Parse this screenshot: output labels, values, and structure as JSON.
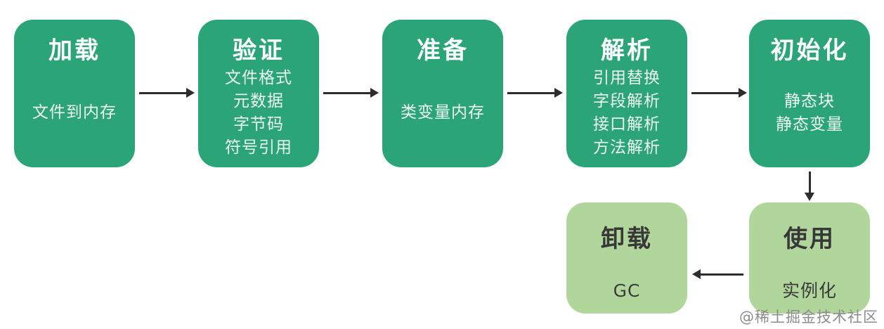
{
  "diagram": {
    "stages": [
      {
        "id": "load",
        "title": "加载",
        "lines": [
          "文件到内存"
        ]
      },
      {
        "id": "verify",
        "title": "验证",
        "lines": [
          "文件格式",
          "元数据",
          "字节码",
          "符号引用"
        ]
      },
      {
        "id": "prepare",
        "title": "准备",
        "lines": [
          "类变量内存"
        ]
      },
      {
        "id": "resolve",
        "title": "解析",
        "lines": [
          "引用替换",
          "字段解析",
          "接口解析",
          "方法解析"
        ]
      },
      {
        "id": "initialize",
        "title": "初始化",
        "lines": [
          "静态块",
          "静态变量"
        ]
      },
      {
        "id": "unload",
        "title": "卸载",
        "lines": [
          "GC"
        ]
      },
      {
        "id": "use",
        "title": "使用",
        "lines": [
          "实例化"
        ]
      }
    ],
    "colors": {
      "stage_teal": "#2BA478",
      "stage_light_green": "#B1D69B",
      "stage_text_light": "#FFFFFF",
      "stage_text_dark": "#3B3B3B",
      "arrow": "#2D2D2D"
    },
    "watermark": "@稀土掘金技术社区"
  }
}
